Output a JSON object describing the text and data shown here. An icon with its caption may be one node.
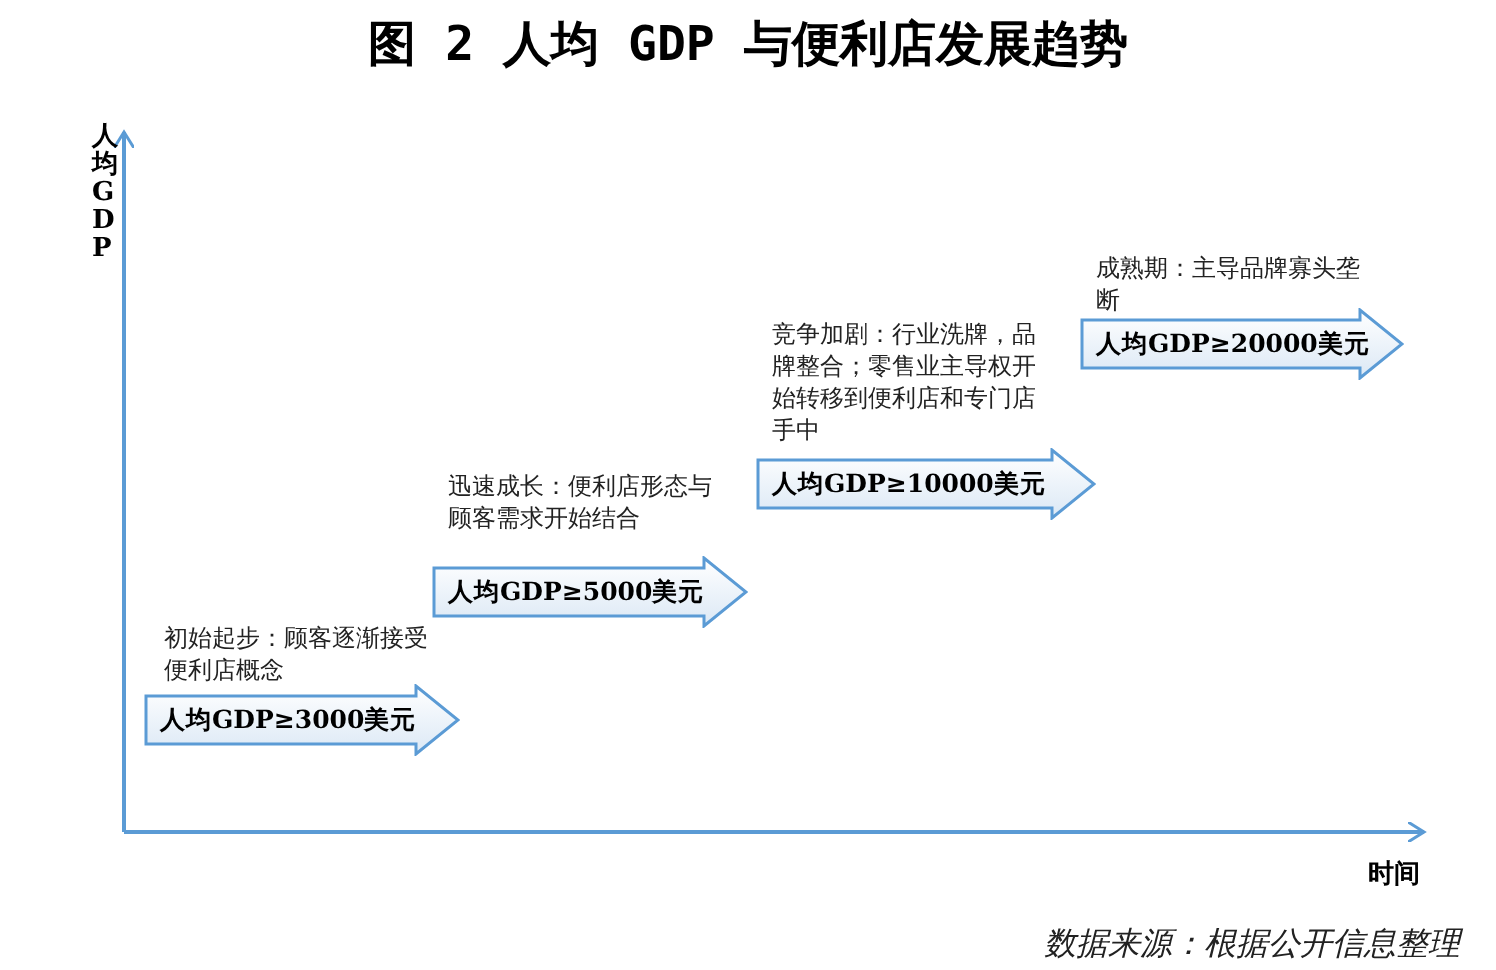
{
  "diagram": {
    "title": "图 2 人均 GDP 与便利店发展趋势",
    "caption": "数据来源：根据公开信息整理",
    "nodes": [
      {
        "text": [
          "人均GDP≥3000美元"
        ],
        "beside": [
          "初始起步：顾客逐渐接受便利店概念"
        ]
      },
      {
        "text": [
          "人均GDP≥5000美元"
        ],
        "beside": [
          "迅速成长：便利店形态与顾客需求开始结合"
        ]
      },
      {
        "text": [
          "人均GDP≥10000美元"
        ],
        "beside": [
          "竞争加剧：行业洗牌，品牌整合；零售业主导权开始转移到便利店和专门店手中"
        ]
      },
      {
        "text": [
          "人均GDP≥20000美元"
        ],
        "beside": [
          "成熟期：主导品牌寡头垄断"
        ]
      }
    ],
    "edges": [],
    "labels": [
      "人均GDP",
      "时间"
    ]
  }
}
